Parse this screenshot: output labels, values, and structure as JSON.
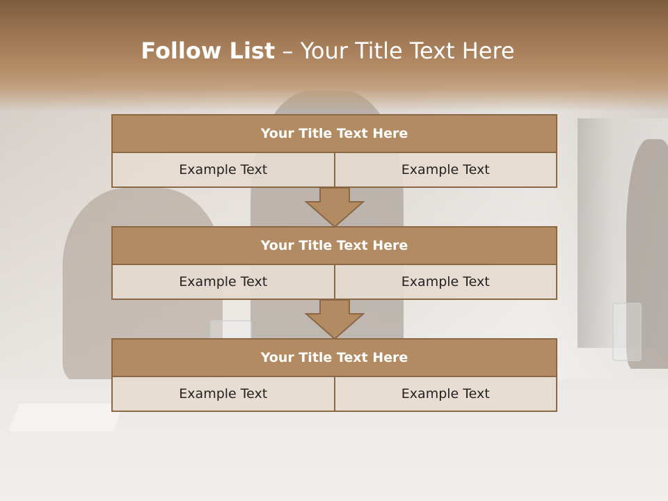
{
  "header": {
    "title_bold": "Follow List",
    "title_rest": " – Your Title Text Here"
  },
  "blocks": [
    {
      "title": "Your Title Text Here",
      "left": "Example Text",
      "right": "Example Text"
    },
    {
      "title": "Your Title Text Here",
      "left": "Example Text",
      "right": "Example Text"
    },
    {
      "title": "Your Title Text Here",
      "left": "Example Text",
      "right": "Example Text"
    }
  ],
  "colors": {
    "header_dark": "#7b5c3e",
    "block_header": "#b38b62",
    "block_border": "#8a6846",
    "cell_fill": "#e6dbd0",
    "arrow_fill": "#b38b62"
  },
  "icons": [
    "down-arrow-icon"
  ]
}
